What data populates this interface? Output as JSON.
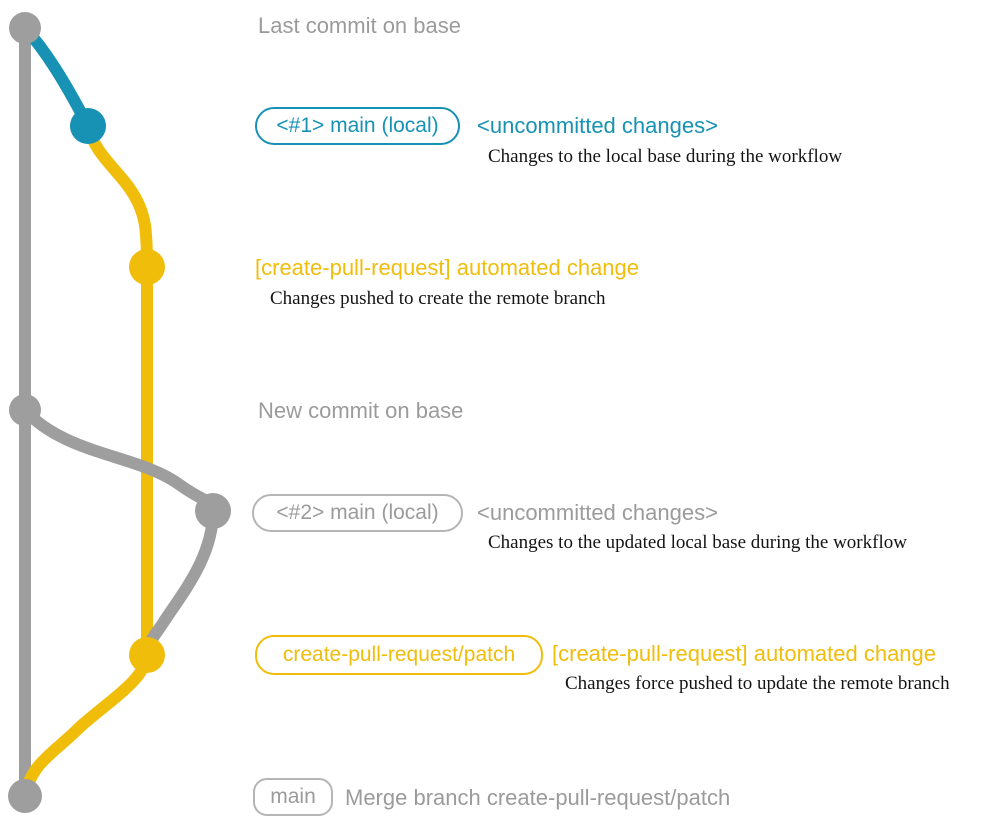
{
  "colors": {
    "teal": "#1792b4",
    "yellow": "#f0bd0b",
    "gray": "#9e9e9e",
    "gray_text": "#9b9b9b",
    "gray_border": "#b5b5b5",
    "text_dark": "#141414",
    "background": "#ffffff"
  },
  "events": {
    "last_commit": {
      "label": "Last commit on base"
    },
    "main_local_1": {
      "badge": "<#1> main (local)",
      "heading": "<uncommitted changes>",
      "description": "Changes to the local base during the workflow"
    },
    "automated_change_1": {
      "heading": "[create-pull-request] automated change",
      "description": "Changes pushed to create the remote branch"
    },
    "new_commit": {
      "label": "New commit on base"
    },
    "main_local_2": {
      "badge": "<#2> main (local)",
      "heading": "<uncommitted changes>",
      "description": "Changes to the updated local base during the workflow"
    },
    "automated_change_2": {
      "badge": "create-pull-request/patch",
      "heading": "[create-pull-request] automated change",
      "description": "Changes force pushed to update the remote branch"
    },
    "merge_commit": {
      "badge": "main",
      "label": "Merge branch create-pull-request/patch"
    }
  }
}
